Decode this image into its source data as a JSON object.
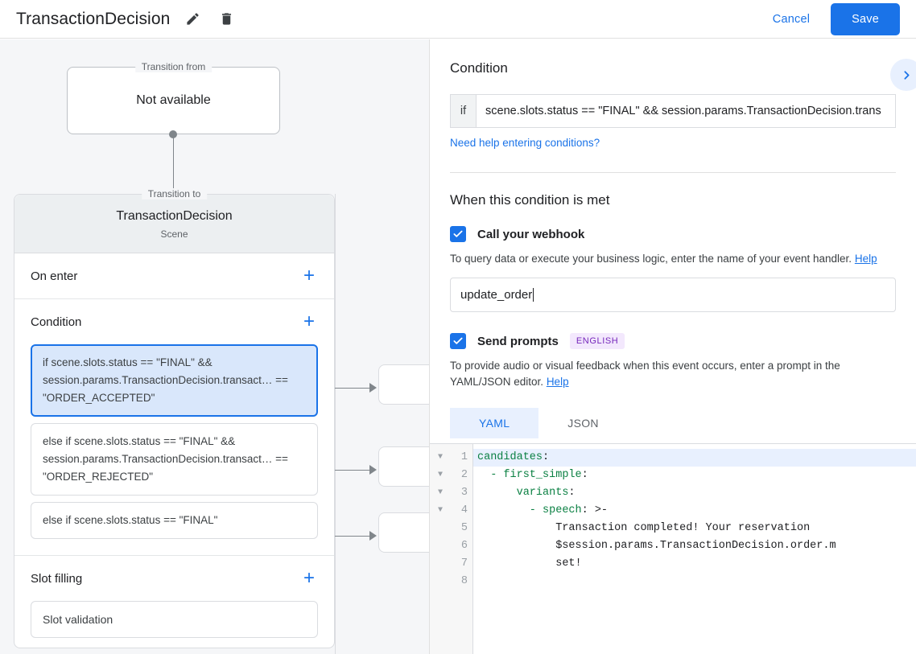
{
  "topbar": {
    "title": "TransactionDecision",
    "edit_icon": "pencil-icon",
    "delete_icon": "trash-icon",
    "cancel_label": "Cancel",
    "save_label": "Save",
    "accent": "#1a73e8"
  },
  "canvas": {
    "transition_from": {
      "legend": "Transition from",
      "value": "Not available"
    },
    "transition_to": {
      "legend": "Transition to",
      "title": "TransactionDecision",
      "subtitle": "Scene"
    },
    "sections": [
      {
        "title": "On enter",
        "add": "+"
      },
      {
        "title": "Condition",
        "add": "+"
      },
      {
        "title": "Slot filling",
        "add": "+"
      }
    ],
    "conditions": [
      {
        "text": "if scene.slots.status == \"FINAL\" && session.params.TransactionDecision.transact… == \"ORDER_ACCEPTED\"",
        "selected": true
      },
      {
        "text": "else if scene.slots.status == \"FINAL\" && session.params.TransactionDecision.transact… == \"ORDER_REJECTED\"",
        "selected": false
      },
      {
        "text": "else if scene.slots.status == \"FINAL\"",
        "selected": false
      }
    ],
    "slot_filling_items": [
      "Slot validation"
    ]
  },
  "panel": {
    "condition_heading": "Condition",
    "collapse_icon": "chevron-right-icon",
    "if_label": "if",
    "if_value": "scene.slots.status == \"FINAL\" && session.params.TransactionDecision.trans",
    "help_conditions_link": "Need help entering conditions?",
    "met_heading": "When this condition is met",
    "webhook": {
      "checked": true,
      "label": "Call your webhook",
      "description": "To query data or execute your business logic, enter the name of your event handler.",
      "help_label": "Help",
      "value": "update_order"
    },
    "prompts": {
      "checked": true,
      "label": "Send prompts",
      "badge": "ENGLISH",
      "description": "To provide audio or visual feedback when this event occurs, enter a prompt in the YAML/JSON editor.",
      "help_label": "Help",
      "tabs": [
        {
          "label": "YAML",
          "active": true
        },
        {
          "label": "JSON",
          "active": false
        }
      ],
      "editor": {
        "line_numbers": [
          "1",
          "2",
          "3",
          "4",
          "5",
          "6",
          "7",
          "8"
        ],
        "fold_rows": [
          true,
          true,
          true,
          true,
          false,
          false,
          false,
          false
        ],
        "lines": [
          {
            "key": "candidates",
            "punct": ":",
            "indent": 0,
            "highlight": true
          },
          {
            "key": "  - first_simple",
            "punct": ":",
            "indent": 0,
            "highlight": false
          },
          {
            "key": "      variants",
            "punct": ":",
            "indent": 0,
            "highlight": false
          },
          {
            "key": "        - speech",
            "punct": ": >-",
            "indent": 0,
            "highlight": false
          },
          {
            "key": "",
            "punct": "            Transaction completed! Your reservation",
            "indent": 0,
            "highlight": false
          },
          {
            "key": "",
            "punct": "            $session.params.TransactionDecision.order.m",
            "indent": 0,
            "highlight": false
          },
          {
            "key": "",
            "punct": "            set!",
            "indent": 0,
            "highlight": false
          },
          {
            "key": "",
            "punct": "",
            "indent": 0,
            "highlight": false
          }
        ]
      }
    }
  }
}
